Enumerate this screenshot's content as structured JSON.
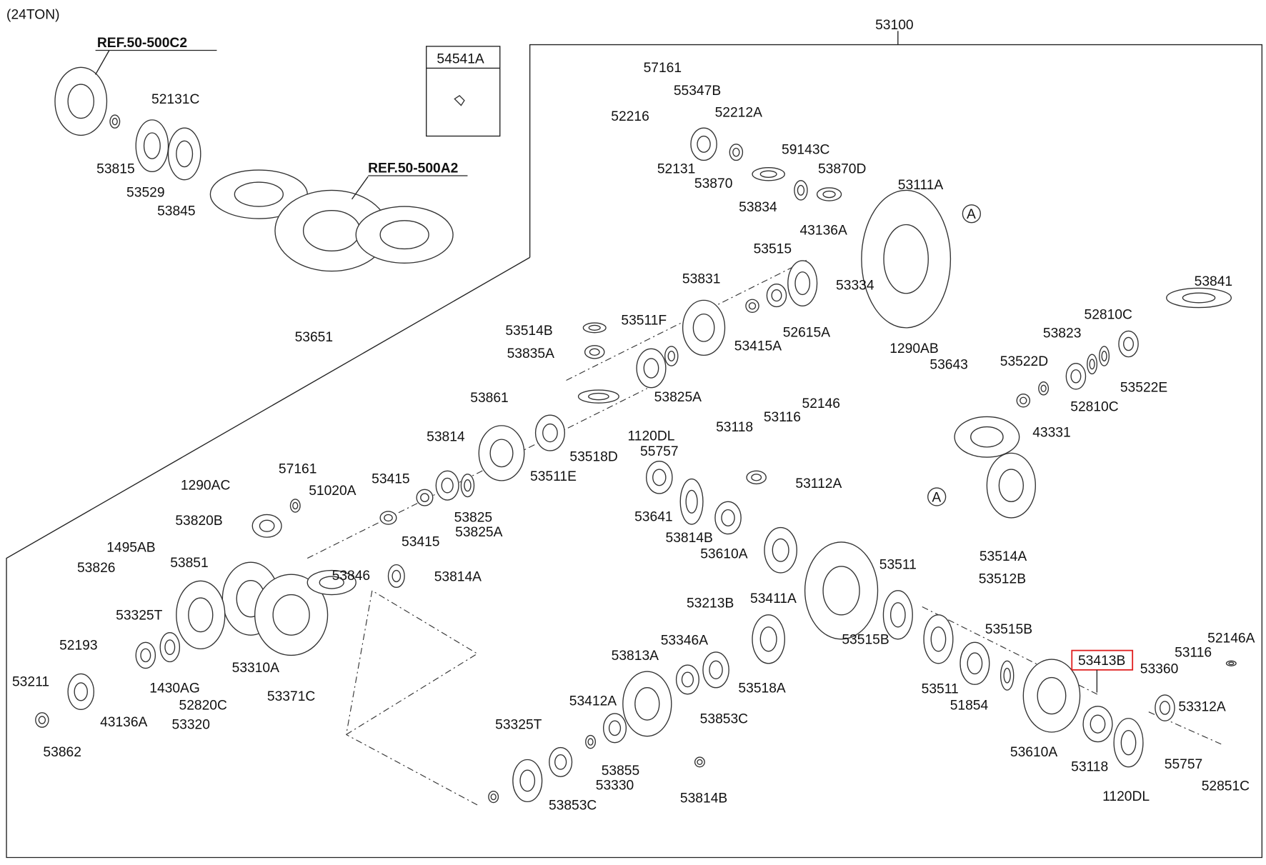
{
  "diagram": {
    "variant": "(24TON)",
    "assembly_label": "53100",
    "inset_box_label": "54541A",
    "references": [
      "REF.50-500C2",
      "REF.50-500A2"
    ],
    "marker_letter": "A",
    "highlight_color": "#e02020",
    "highlighted_part": "53413B",
    "part_labels": [
      "52131C",
      "53815",
      "53529",
      "53845",
      "53651",
      "57161",
      "55347B",
      "52212A",
      "52216",
      "59143C",
      "52131",
      "53870",
      "53870D",
      "53111A",
      "53834",
      "43136A",
      "53515",
      "53334",
      "53831",
      "53841",
      "53415A",
      "52615A",
      "52810C",
      "53823",
      "1290AB",
      "53643",
      "53522D",
      "53522E",
      "52810C",
      "43331",
      "53514B",
      "53511F",
      "53835A",
      "53825A",
      "53861",
      "53814",
      "53511E",
      "53518D",
      "1120DL",
      "55757",
      "53118",
      "53116",
      "52146",
      "53112A",
      "57161",
      "1290AC",
      "51020A",
      "53415",
      "53825",
      "53825A",
      "53415",
      "53641",
      "53814B",
      "53610A",
      "53820B",
      "1495AB",
      "53851",
      "53826",
      "53846",
      "53814A",
      "53514A",
      "53511",
      "53512B",
      "53213B",
      "53411A",
      "53515B",
      "53515B",
      "52146A",
      "53116",
      "53112A",
      "53360",
      "52193",
      "53325T",
      "53346A",
      "53813A",
      "1430AG",
      "53310A",
      "53371C",
      "53211",
      "53518A",
      "53511",
      "51854",
      "52820C",
      "43136A",
      "53320",
      "53853C",
      "53412A",
      "53610A",
      "53118",
      "55757",
      "53312A",
      "53862",
      "53325T",
      "53855",
      "53330",
      "53853C",
      "53814B",
      "1120DL",
      "52851C"
    ]
  }
}
